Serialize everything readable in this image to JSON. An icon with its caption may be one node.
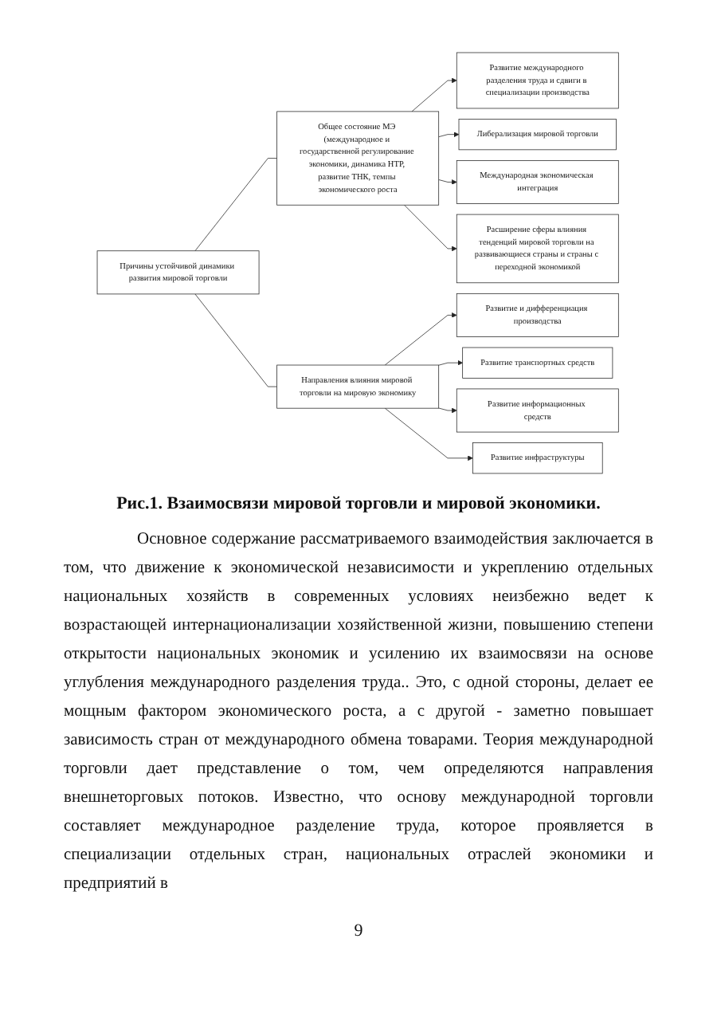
{
  "diagram": {
    "caption": "Рис.1.  Взаимосвязи мировой торговли и мировой экономики.",
    "nodes": [
      {
        "text": [
          "Причины устойчивой динамики развития мировой торговли"
        ]
      },
      {
        "text": [
          "Общее состояние МЭ (международное и государственной регулирование экономики, динамика НТР, развитие ТНК, темпы экономического роста"
        ]
      },
      {
        "text": [
          "Направления влияния мировой торговли на мировую экономику"
        ]
      },
      {
        "text": [
          "Развитие международного разделения труда и сдвиги в специализации производства"
        ]
      },
      {
        "text": [
          "Либерализация мировой торговли"
        ]
      },
      {
        "text": [
          "Международная экономическая интеграция"
        ]
      },
      {
        "text": [
          "Расширение сферы влияния тенденций мировой торговли на развивающиеся страны и страны с переходной экономикой"
        ]
      },
      {
        "text": [
          "Развитие и дифференциация производства"
        ]
      },
      {
        "text": [
          "Развитие транспортных средств"
        ]
      },
      {
        "text": [
          "Развитие информационных средств"
        ]
      },
      {
        "text": [
          "Развитие инфраструктуры"
        ]
      }
    ],
    "edges": [
      {
        "from": 0,
        "to": 1,
        "arrow": "none"
      },
      {
        "from": 0,
        "to": 2,
        "arrow": "none"
      },
      {
        "from": 1,
        "to": 3,
        "arrow": "to"
      },
      {
        "from": 1,
        "to": 4,
        "arrow": "to"
      },
      {
        "from": 1,
        "to": 5,
        "arrow": "to"
      },
      {
        "from": 1,
        "to": 6,
        "arrow": "to"
      },
      {
        "from": 2,
        "to": 7,
        "arrow": "to"
      },
      {
        "from": 2,
        "to": 8,
        "arrow": "to"
      },
      {
        "from": 2,
        "to": 9,
        "arrow": "to"
      },
      {
        "from": 2,
        "to": 10,
        "arrow": "to"
      }
    ],
    "labels": [
      "Основное содержание рассматриваемого взаимодействия заключается в том, что движение к экономической независимости и укреплению отдельных национальных хозяйств в современных условиях неизбежно ведет к возрастающей интернационализации хозяйственной жизни, повышению степени открытости национальных экономик и усилению их взаимосвязи на основе углубления международного разделения труда.. Это, с одной стороны, делает ее мощным фактором экономического роста, а с другой -  заметно повышает зависимость стран от международного обмена товарами. Теория международной торговли дает представление о том, чем определяются направления внешнеторговых потоков.  Известно, что основу международной торговли составляет международное разделение труда, которое проявляется в специализации отдельных стран, национальных отраслей экономики и предприятий в",
      "9"
    ]
  }
}
